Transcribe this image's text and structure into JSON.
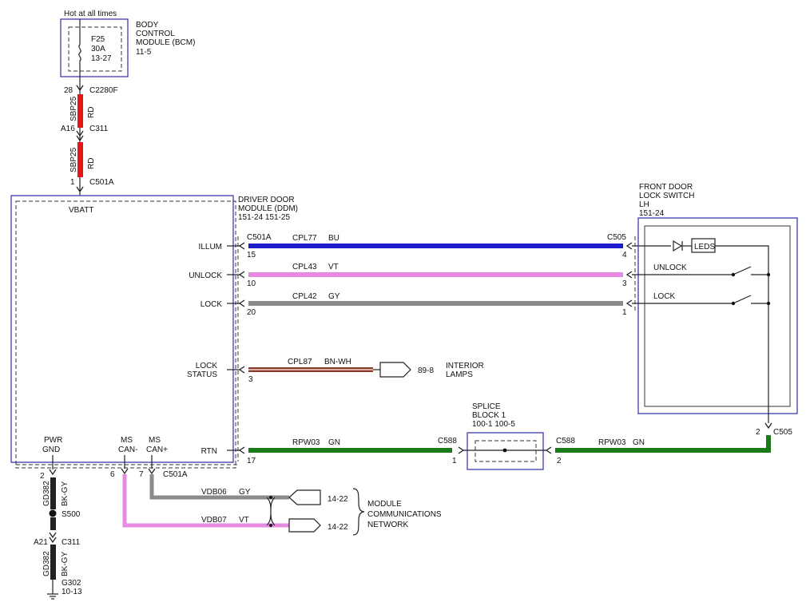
{
  "power": {
    "hot_label": "Hot at all times",
    "fuse": {
      "id": "F25",
      "rating": "30A",
      "ref": "13-27"
    },
    "bcm": {
      "line1": "BODY",
      "line2": "CONTROL",
      "line3": "MODULE (BCM)",
      "ref": "11-5"
    },
    "c2280f": {
      "pin": "28",
      "name": "C2280F"
    },
    "wire_top": {
      "circuit": "SBP25",
      "color": "RD"
    },
    "c311": {
      "pin": "A16",
      "name": "C311"
    },
    "wire_bottom": {
      "circuit": "SBP25",
      "color": "RD"
    },
    "c501a": {
      "pin": "1",
      "name": "C501A"
    }
  },
  "ddm": {
    "line1": "DRIVER DOOR",
    "line2": "MODULE (DDM)",
    "ref": "151-24  151-25",
    "vbatt": "VBATT",
    "pins": {
      "illum": "ILLUM",
      "unlock": "UNLOCK",
      "lock": "LOCK",
      "lock_status_1": "LOCK",
      "lock_status_2": "STATUS",
      "rtn": "RTN",
      "pwr_gnd_1": "PWR",
      "pwr_gnd_2": "GND",
      "ms_can_minus_1": "MS",
      "ms_can_minus_2": "CAN-",
      "ms_can_plus_1": "MS",
      "ms_can_plus_2": "CAN+"
    }
  },
  "switch": {
    "line1": "FRONT DOOR",
    "line2": "LOCK SWITCH",
    "line3": "LH",
    "ref": "151-24",
    "leds": "LEDS",
    "unlock": "UNLOCK",
    "lock": "LOCK",
    "c505_pin": "2",
    "c505": "C505"
  },
  "wires": {
    "illum": {
      "conn_left": "C501A",
      "pin_left": "15",
      "circuit": "CPL77",
      "color": "BU",
      "conn_right": "C505",
      "pin_right": "4",
      "hex": "#1c1cc8"
    },
    "unlock": {
      "pin_left": "10",
      "circuit": "CPL43",
      "color": "VT",
      "pin_right": "3",
      "hex": "#e58ae0"
    },
    "lock": {
      "pin_left": "20",
      "circuit": "CPL42",
      "color": "GY",
      "pin_right": "1",
      "hex": "#8a8a8a"
    },
    "lock_status": {
      "pin_left": "3",
      "circuit": "CPL87",
      "color": "BN-WH",
      "dest_ref": "89-8",
      "dest_1": "INTERIOR",
      "dest_2": "LAMPS",
      "hex": "#8b3a2a"
    },
    "rtn_left": {
      "pin_left": "17",
      "circuit": "RPW03",
      "color": "GN",
      "conn_right": "C588",
      "pin_right": "1",
      "hex": "#1a7a1a"
    },
    "rtn_right": {
      "conn_left": "C588",
      "pin_left": "2",
      "circuit": "RPW03",
      "color": "GN"
    }
  },
  "splice": {
    "line1": "SPLICE",
    "line2": "BLOCK 1",
    "ref": "100-1  100-5"
  },
  "network": {
    "pin_minus": "6",
    "pin_plus": "7",
    "conn": "C501A",
    "vdb06": {
      "circuit": "VDB06",
      "color": "GY",
      "ref": "14-22"
    },
    "vdb07": {
      "circuit": "VDB07",
      "color": "VT",
      "ref": "14-22"
    },
    "label1": "MODULE",
    "label2": "COMMUNICATIONS",
    "label3": "NETWORK"
  },
  "ground": {
    "pin_top": "2",
    "wire_top": {
      "circuit": "GD382",
      "color": "BK-GY"
    },
    "splice": "S500",
    "c311": {
      "pin": "A21",
      "name": "C311"
    },
    "wire_bottom": {
      "circuit": "GD382",
      "color": "BK-GY"
    },
    "g302": {
      "name": "G302",
      "ref": "10-13"
    }
  },
  "colors": {
    "red": "#e01818",
    "blue": "#1c1cc8",
    "violet": "#e58ae0",
    "gray": "#8a8a8a",
    "brown_white": "#8b3a2a",
    "green": "#1a7a1a",
    "black_gray": "#222222",
    "module_outline": "#3b3bb0"
  }
}
